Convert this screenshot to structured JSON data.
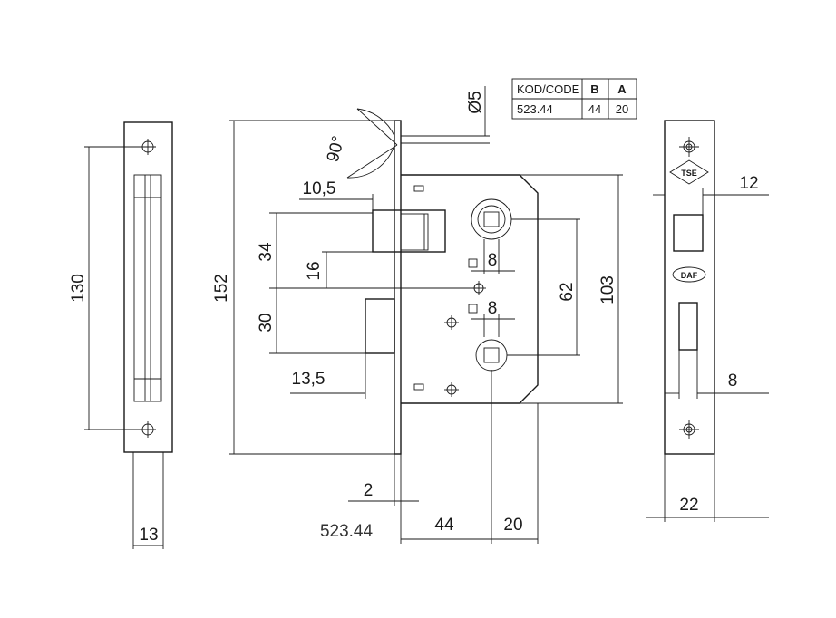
{
  "code_table": {
    "header_code": "KOD/CODE",
    "header_b": "B",
    "header_a": "A",
    "row_code": "523.44",
    "row_b": "44",
    "row_a": "20"
  },
  "model_number": "523.44",
  "dimensions": {
    "diameter": "Ø5",
    "angle": "90°",
    "latch_projection": "10,5",
    "dim_34": "34",
    "dim_16": "16",
    "dim_30": "30",
    "deadbolt_offset": "13,5",
    "overall_height": "152",
    "faceplate_screws": "130",
    "faceplate_width": "13",
    "spindle_square_top": "8",
    "spindle_square_bottom": "8",
    "center_distance": "62",
    "case_height": "103",
    "faceplate_thickness": "2",
    "backset": "44",
    "dim_20": "20",
    "strike_12": "12",
    "strike_8": "8",
    "strike_width": "22"
  },
  "logos": {
    "tse": "TSE",
    "daf": "DAF"
  }
}
